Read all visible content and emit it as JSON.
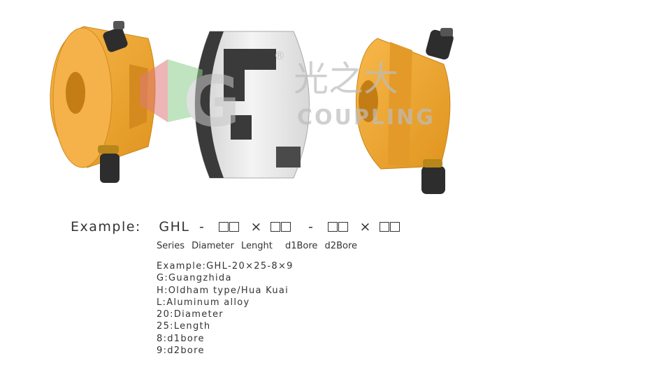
{
  "watermark": {
    "mark": "G",
    "chinese": "光之大",
    "registered": "®",
    "english": "COUPLING"
  },
  "code": {
    "label": "Example:",
    "series": "GHL",
    "dash1": "-",
    "times1": "×",
    "dash2": "-",
    "times2": "×"
  },
  "legend": [
    "Series",
    "Diameter",
    "Lenght",
    "d1Bore",
    "d2Bore"
  ],
  "details": [
    "Example:GHL-20×25-8×9",
    "G:Guangzhida",
    "H:Oldham type/Hua Kuai",
    "L:Aluminum alloy",
    "20:Diameter",
    "25:Length",
    "8:d1bore",
    "9:d2bore"
  ],
  "colors": {
    "hub": "#f2a93b",
    "hub_dark": "#d58a1f",
    "insert": "#e8e8e8",
    "insert_dark": "#3a3a3a",
    "watermark": "#c8c8c8"
  }
}
